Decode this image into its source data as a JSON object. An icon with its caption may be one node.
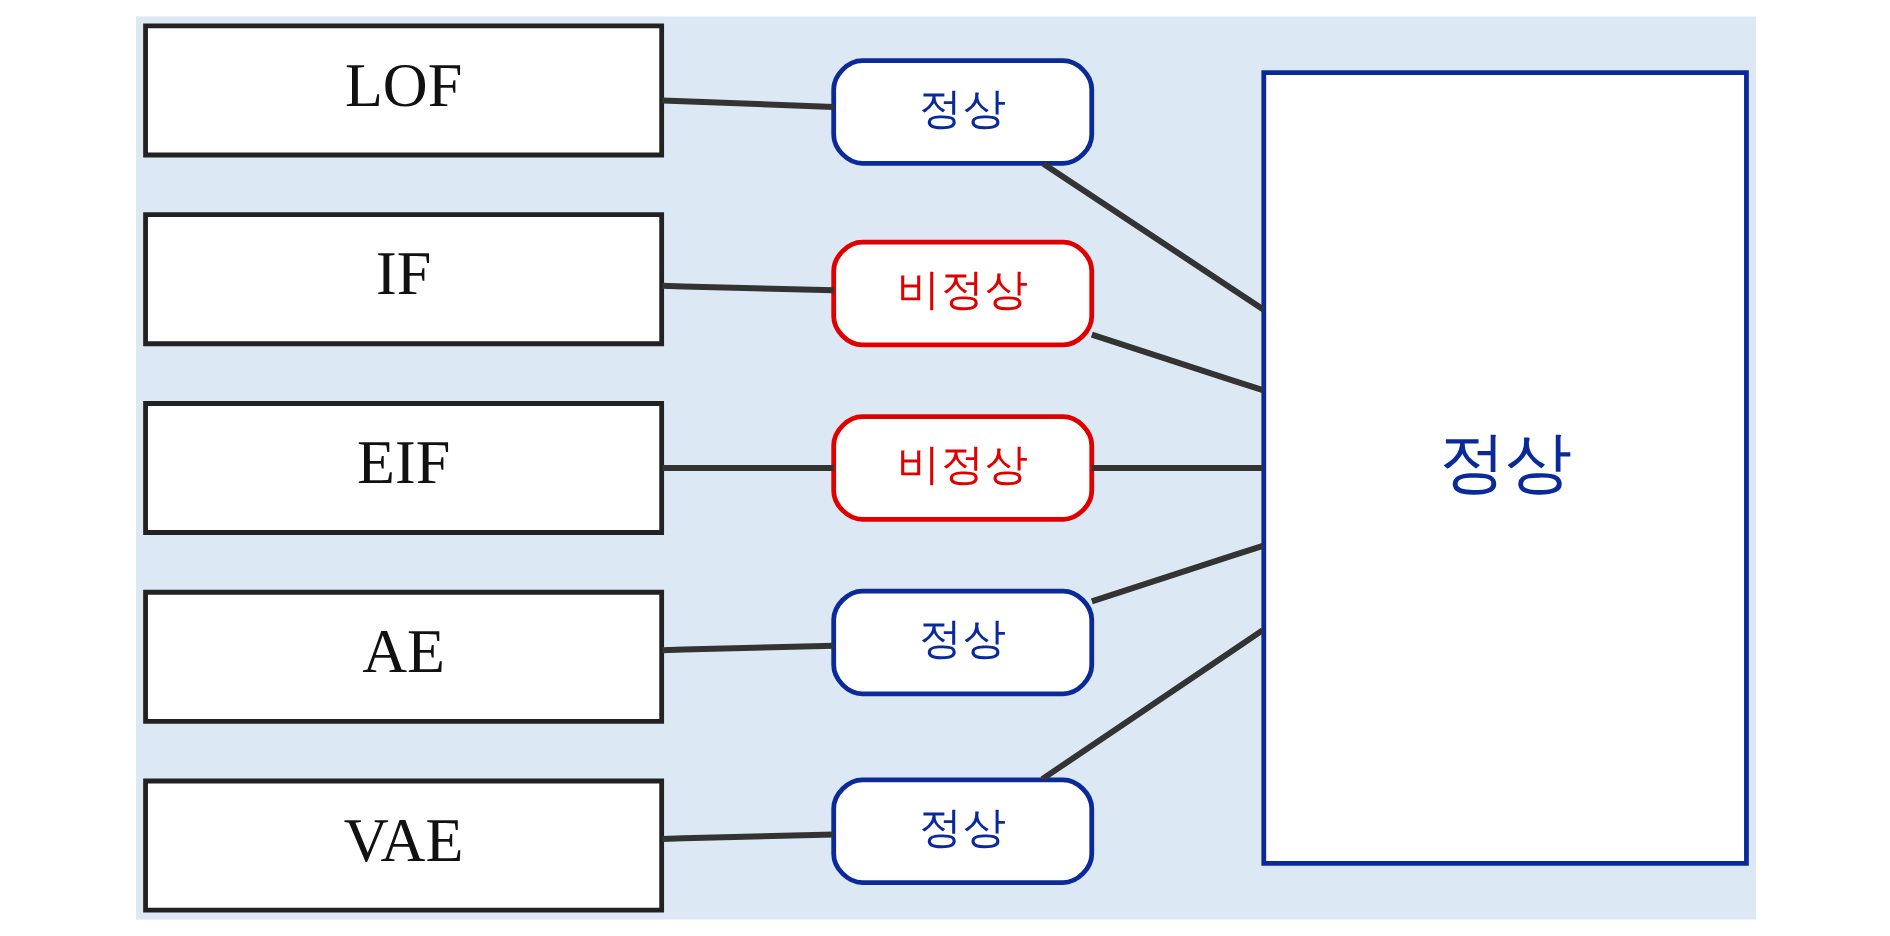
{
  "diagram": {
    "nodes": [
      {
        "text": [
          "LOF"
        ]
      },
      {
        "text": [
          "정상"
        ]
      },
      {
        "text": [
          "정상"
        ]
      },
      {
        "text": [
          "IF"
        ]
      },
      {
        "text": [
          "비정상"
        ]
      },
      {
        "text": [
          "EIF"
        ]
      },
      {
        "text": [
          "비정상"
        ]
      },
      {
        "text": [
          "AE"
        ]
      },
      {
        "text": [
          "정상"
        ]
      },
      {
        "text": [
          "VAE"
        ]
      },
      {
        "text": [
          "정상"
        ]
      }
    ],
    "edges": [
      {
        "from": 0,
        "to": 1,
        "arrow": "none"
      },
      {
        "from": 1,
        "to": 2,
        "arrow": "none"
      },
      {
        "from": 3,
        "to": 4,
        "arrow": "none"
      },
      {
        "from": 4,
        "to": 2,
        "arrow": "none"
      },
      {
        "from": 5,
        "to": 6,
        "arrow": "none"
      },
      {
        "from": 6,
        "to": 2,
        "arrow": "none"
      },
      {
        "from": 7,
        "to": 8,
        "arrow": "none"
      },
      {
        "from": 8,
        "to": 2,
        "arrow": "none"
      },
      {
        "from": 9,
        "to": 10,
        "arrow": "none"
      },
      {
        "from": 10,
        "to": 2,
        "arrow": "none"
      }
    ]
  }
}
